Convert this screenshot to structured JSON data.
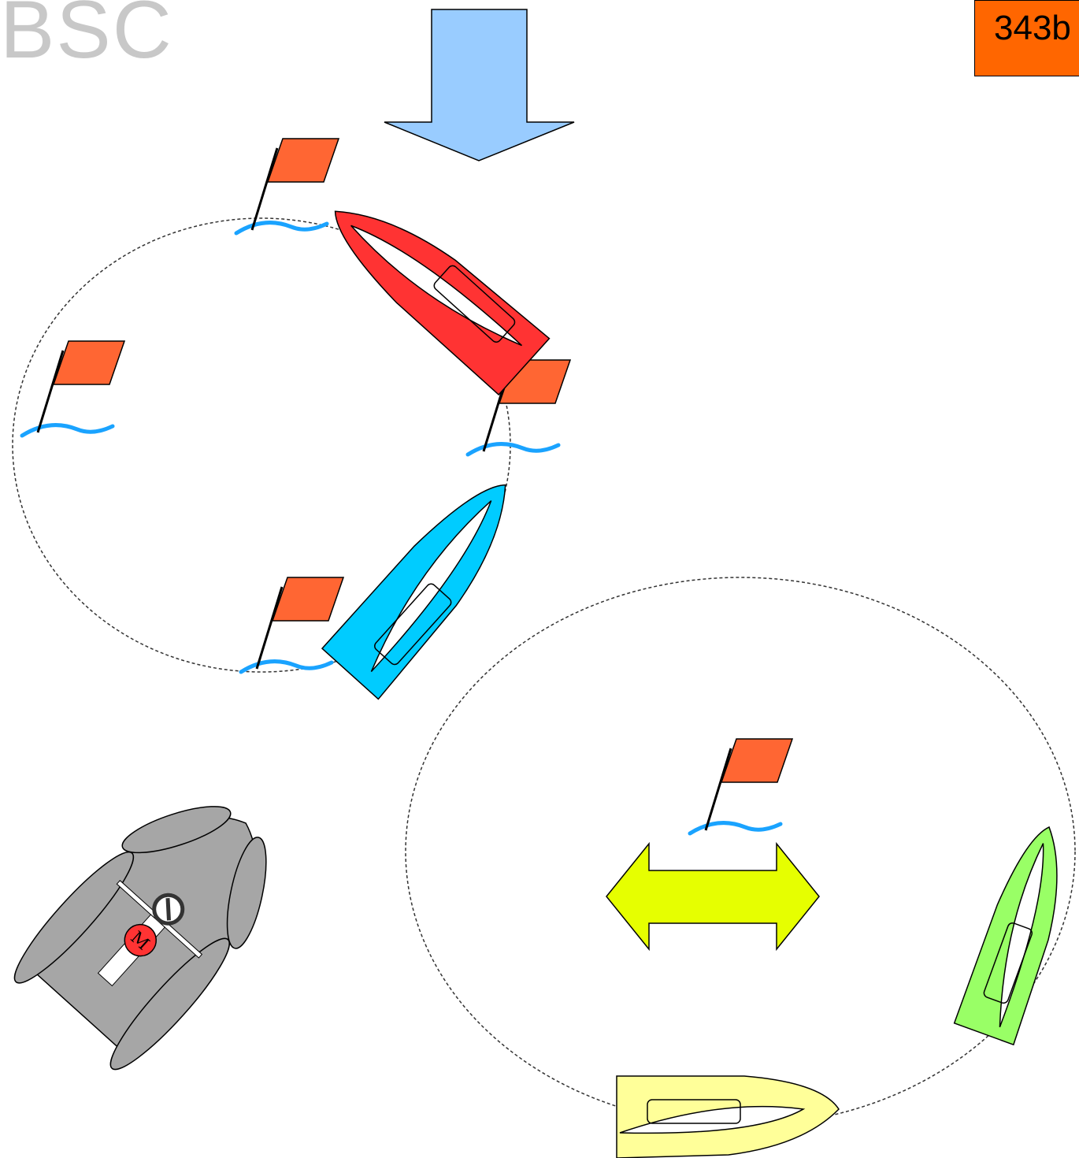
{
  "header": {
    "logo_text": "BSC",
    "slide_id": "343b"
  },
  "colors": {
    "wind_arrow": "#99ccff",
    "flag": "#ff6633",
    "water": "#1aa3ff",
    "boat_red": "#ff3333",
    "boat_blue": "#00ccff",
    "boat_green": "#99ff66",
    "boat_yellow": "#ffff99",
    "committee_boat": "#a6a6a6",
    "double_arrow": "#e6ff00"
  },
  "icons": [
    "wind-arrow-icon",
    "mark-flag-icon",
    "boat-icon",
    "committee-boat-icon",
    "double-arrow-icon"
  ],
  "committee_boat": {
    "badge_letter": "M"
  }
}
